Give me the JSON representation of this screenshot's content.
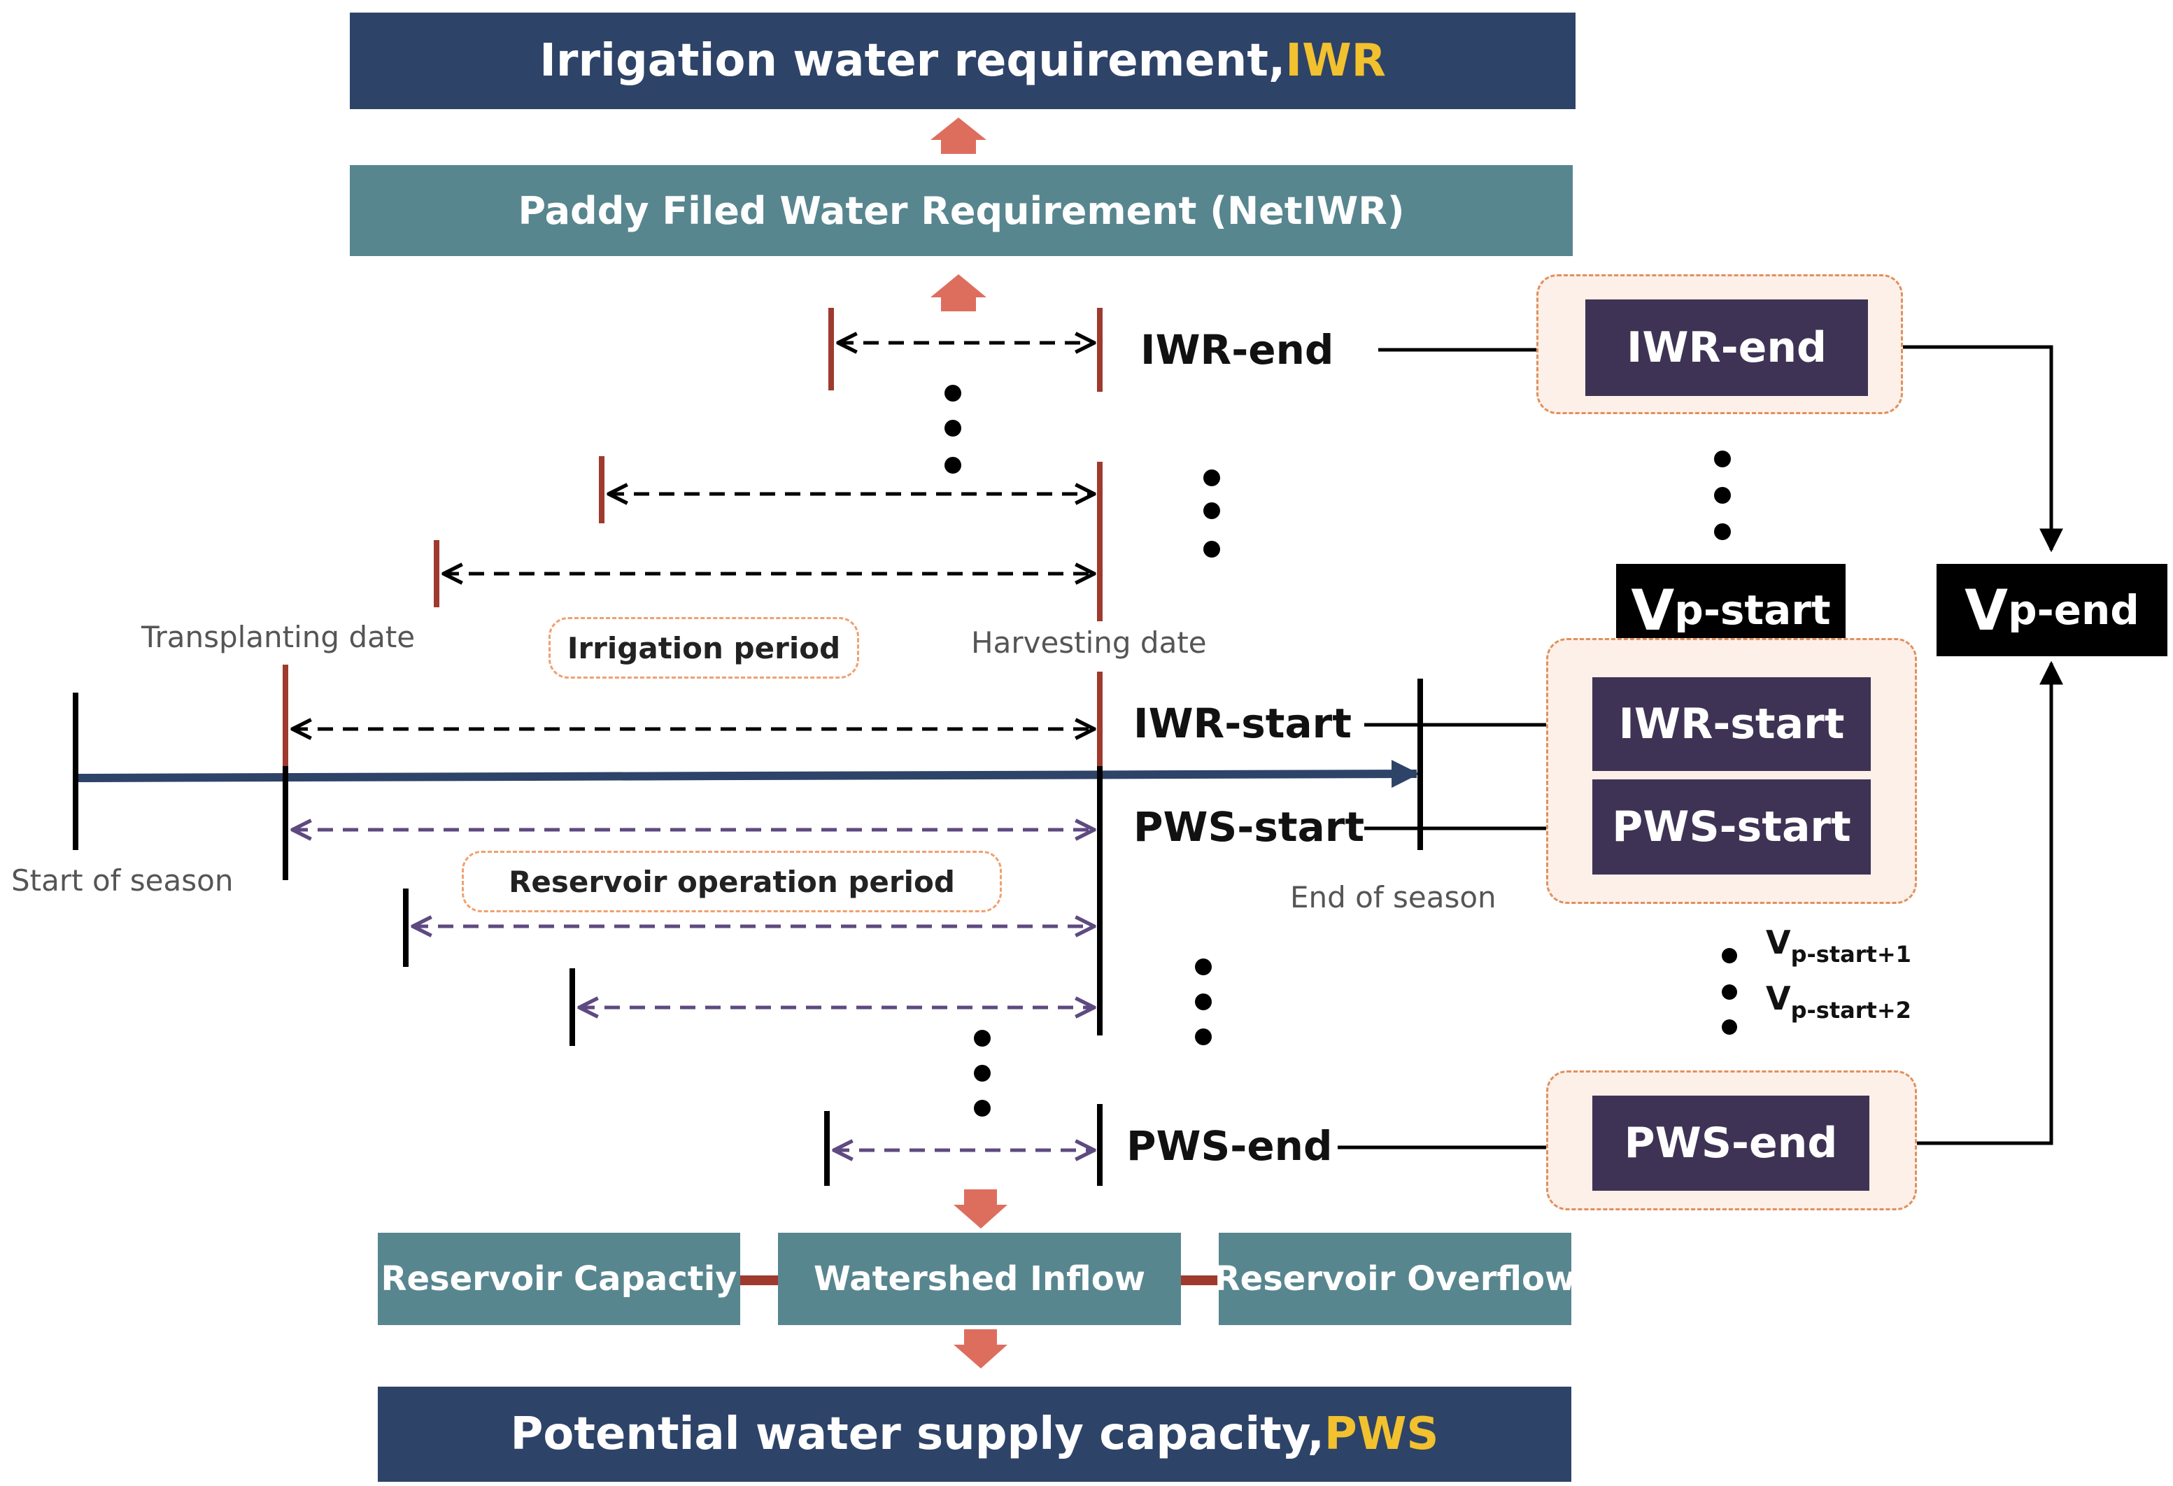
{
  "title_top": {
    "text": "Irrigation water requirement, ",
    "highlight": "IWR"
  },
  "paddy_box": "Paddy Filed Water Requirement (NetIWR)",
  "title_bottom": {
    "text": "Potential water supply capacity, ",
    "highlight": "PWS"
  },
  "bottom_boxes": {
    "capacity": "Reservoir Capactiy",
    "inflow": "Watershed Inflow",
    "overflow": "Reservoir Overflow"
  },
  "timeline_labels": {
    "transplanting": "Transplanting date",
    "harvesting": "Harvesting date",
    "start_season": "Start of season",
    "end_season": "End of season"
  },
  "periods": {
    "irrigation": "Irrigation period",
    "reservoir": "Reservoir operation period"
  },
  "row_labels": {
    "iwr_end": "IWR-end",
    "iwr_start": "IWR-start",
    "pws_start": "PWS-start",
    "pws_end": "PWS-end"
  },
  "right_boxes": {
    "iwr_end": "IWR-end",
    "iwr_start": "IWR-start",
    "pws_start": "PWS-start",
    "pws_end": "PWS-end"
  },
  "v_labels": {
    "main": "V",
    "p_start": "p-start",
    "p_end": "p-end",
    "p_start_1": "p-start+1",
    "p_start_2": "p-start+2"
  },
  "colors": {
    "navy": "#2e4368",
    "teal": "#57868f",
    "purple_box": "#3f3355",
    "highlight": "#f2c12e",
    "red_tick": "#9e3a2e",
    "arrow_salmon": "#dd6e5e",
    "purple_dash": "#5e4a80"
  }
}
